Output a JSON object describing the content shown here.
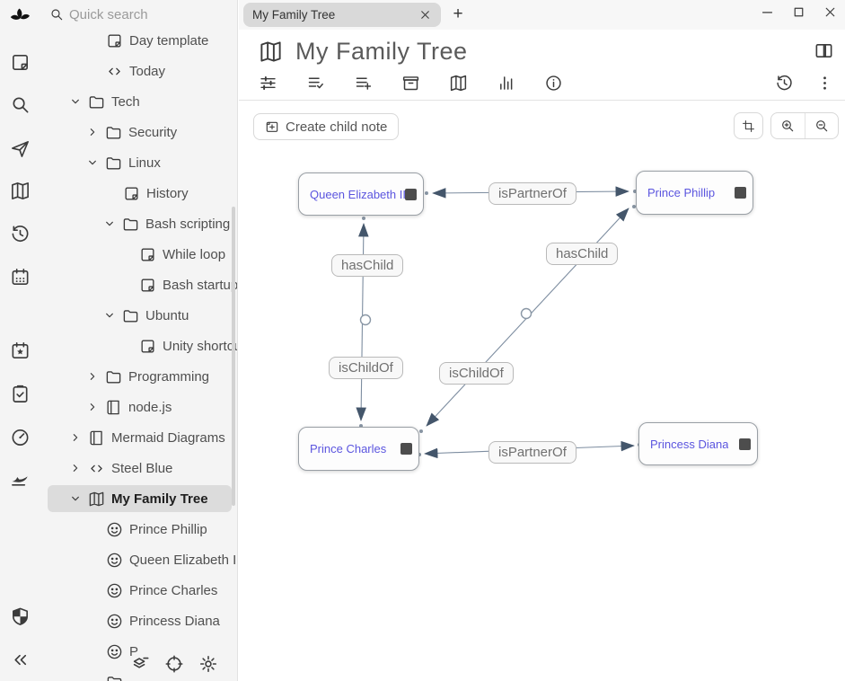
{
  "search": {
    "placeholder": "Quick search"
  },
  "tabs": {
    "active": "My Family Tree",
    "new_tab": "+"
  },
  "note": {
    "title": "My Family Tree"
  },
  "actions": {
    "create_child_note": "Create child note"
  },
  "launcher": {
    "items": [
      {
        "icon": "trilium-logo"
      },
      {
        "icon": "new-note"
      },
      {
        "icon": "search"
      },
      {
        "icon": "jump-to"
      },
      {
        "icon": "note-map"
      },
      {
        "icon": "recent-changes"
      },
      {
        "icon": "calendar"
      },
      {
        "icon": "bookmarked-day"
      },
      {
        "icon": "task-manager"
      },
      {
        "icon": "dashboard"
      },
      {
        "icon": "swallow"
      },
      {
        "icon": "protected-session"
      },
      {
        "icon": "collapse-pane"
      }
    ]
  },
  "ribbon": {
    "items": [
      {
        "icon": "basic-properties"
      },
      {
        "icon": "owned-attributes"
      },
      {
        "icon": "inherited-attributes"
      },
      {
        "icon": "note-paths"
      },
      {
        "icon": "note-map"
      },
      {
        "icon": "similar-notes"
      },
      {
        "icon": "note-info"
      }
    ],
    "right": [
      {
        "icon": "note-revisions"
      },
      {
        "icon": "more-menu"
      }
    ]
  },
  "tree_footer": {
    "items": [
      {
        "icon": "collapse-tree"
      },
      {
        "icon": "scroll-to-active"
      },
      {
        "icon": "settings-gear"
      }
    ]
  },
  "tree": {
    "items": [
      {
        "label": "Day template",
        "icon": "note"
      },
      {
        "label": "Today",
        "icon": "code"
      },
      {
        "label": "Tech",
        "icon": "folder",
        "state": "expanded"
      },
      {
        "label": "Security",
        "icon": "folder",
        "state": "collapsed"
      },
      {
        "label": "Linux",
        "icon": "folder",
        "state": "expanded"
      },
      {
        "label": "History",
        "icon": "note"
      },
      {
        "label": "Bash scripting",
        "icon": "folder",
        "state": "expanded"
      },
      {
        "label": "While loop",
        "icon": "note"
      },
      {
        "label": "Bash startup",
        "icon": "note"
      },
      {
        "label": "Ubuntu",
        "icon": "folder",
        "state": "expanded"
      },
      {
        "label": "Unity shortcuts",
        "icon": "note"
      },
      {
        "label": "Programming",
        "icon": "folder",
        "state": "collapsed"
      },
      {
        "label": "node.js",
        "icon": "book",
        "state": "collapsed"
      },
      {
        "label": "Mermaid Diagrams",
        "icon": "book",
        "state": "collapsed"
      },
      {
        "label": "Steel Blue",
        "icon": "code",
        "state": "collapsed"
      },
      {
        "label": "My Family Tree",
        "icon": "map",
        "state": "expanded",
        "selected": true
      },
      {
        "label": "Prince Phillip",
        "icon": "person"
      },
      {
        "label": "Queen Elizabeth II",
        "icon": "person"
      },
      {
        "label": "Prince Charles",
        "icon": "person"
      },
      {
        "label": "Princess Diana",
        "icon": "person"
      },
      {
        "label": "P",
        "icon": "person"
      },
      {
        "label": "",
        "icon": "folder"
      }
    ]
  },
  "map": {
    "nodes": [
      {
        "label": "Queen Elizabeth II"
      },
      {
        "label": "Prince Phillip"
      },
      {
        "label": "Prince Charles"
      },
      {
        "label": "Princess Diana"
      }
    ],
    "edges": {
      "partner_top": "isPartnerOf",
      "haschild_left": "hasChild",
      "haschild_right": "hasChild",
      "ischildof_left": "isChildOf",
      "ischildof_right": "isChildOf",
      "partner_bottom": "isPartnerOf"
    },
    "colors": {
      "node_title": "#5b55df",
      "wire": "#7d8da0",
      "arrow": "#44566b"
    }
  }
}
